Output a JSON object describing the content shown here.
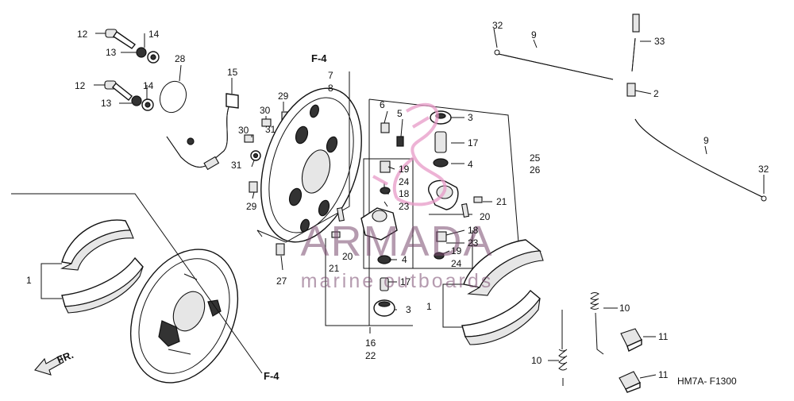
{
  "diagram": {
    "code": "HM7A- F1300",
    "ref_labels": {
      "top": "F-4",
      "bottom": "F-4"
    },
    "direction_label": "FR.",
    "watermark": {
      "brand": "ARMADA",
      "tagline": "marine outboards"
    },
    "callouts": {
      "c12a": "12",
      "c14a": "14",
      "c13a": "13",
      "c12b": "12",
      "c14b": "14",
      "c13b": "13",
      "c28": "28",
      "c15": "15",
      "c30a": "30",
      "c29a": "29",
      "c31a": "31",
      "c30b": "30",
      "c31b": "31",
      "c29b": "29",
      "c7": "7",
      "c8": "8",
      "c6": "6",
      "c5": "5",
      "c3a": "3",
      "c17a": "17",
      "c4a": "4",
      "c19a": "19",
      "c24a": "24",
      "c18a": "18",
      "c23a": "23",
      "c25": "25",
      "c26": "26",
      "c21a": "21",
      "c20a": "20",
      "c18b": "18",
      "c23b": "23",
      "c19b": "19",
      "c24b": "24",
      "c20b": "20",
      "c4b": "4",
      "c21b": "21",
      "c17b": "17",
      "c3b": "3",
      "c16": "16",
      "c22": "22",
      "c27": "27",
      "c1a": "1",
      "c1b": "1",
      "c32a": "32",
      "c9a": "9",
      "c33": "33",
      "c2": "2",
      "c9b": "9",
      "c32b": "32",
      "c10a": "10",
      "c10b": "10",
      "c11a": "11",
      "c11b": "11"
    }
  },
  "colors": {
    "line": "#111111",
    "watermark_text": "#7a4a6f",
    "watermark_logo": "#e79ac7",
    "background": "#ffffff"
  },
  "icons": {
    "direction_arrow": "arrow-down-left-icon",
    "logo": "seahorse-logo-icon"
  }
}
